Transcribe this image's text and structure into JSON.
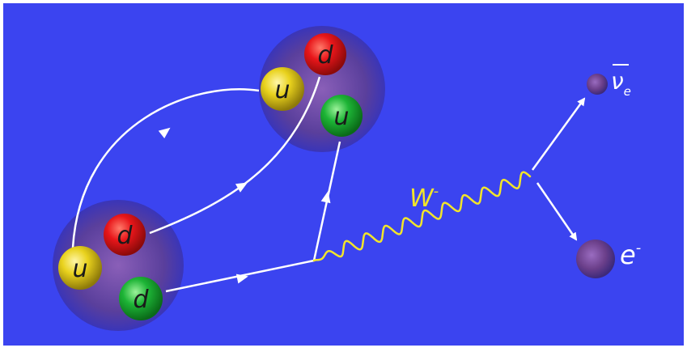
{
  "diagram": {
    "title": "",
    "colors": {
      "background": "#3b44f0",
      "frame": "#ffffff",
      "hadron": "#5a3f9c",
      "quark_red": "#e8161a",
      "quark_yellow": "#e9d21d",
      "quark_green": "#1db436",
      "arrow": "#ffffff",
      "boson": "#f2e52a",
      "lepton": "#6b3f8a"
    },
    "neutron": {
      "quarks": [
        {
          "label": "u",
          "color": "yellow"
        },
        {
          "label": "d",
          "color": "red"
        },
        {
          "label": "d",
          "color": "green"
        }
      ]
    },
    "proton": {
      "quarks": [
        {
          "label": "d",
          "color": "red"
        },
        {
          "label": "u",
          "color": "yellow"
        },
        {
          "label": "u",
          "color": "green"
        }
      ]
    },
    "boson_label": "W",
    "boson_charge": "-",
    "antineutrino_symbol": "ν",
    "antineutrino_subscript": "e",
    "electron_label": "e",
    "electron_charge": "-"
  }
}
